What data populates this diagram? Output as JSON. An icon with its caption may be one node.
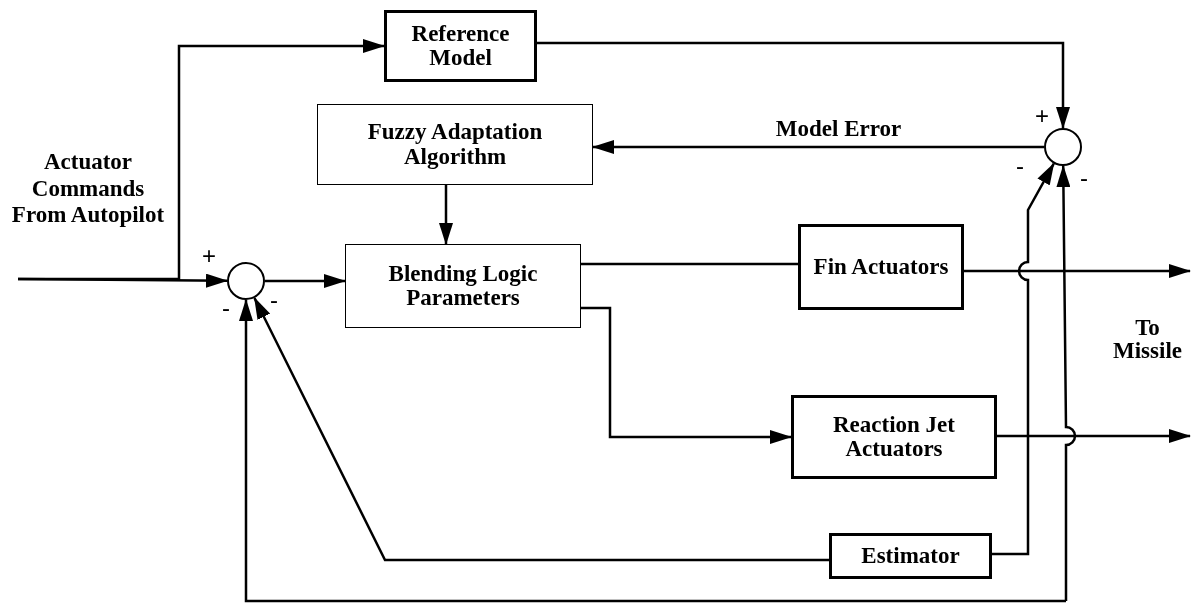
{
  "diagram": {
    "nodes": [
      {
        "text": [
          "Actuator Commands From Autopilot"
        ]
      },
      {
        "text": [
          "Reference Model"
        ]
      },
      {
        "text": [],
        "shape": "circle"
      },
      {
        "text": [
          "Fuzzy Adaptation Algorithm"
        ]
      },
      {
        "text": [
          "Blending Logic Parameters"
        ]
      },
      {
        "text": [],
        "shape": "circle"
      },
      {
        "text": [
          "Fin Actuators"
        ]
      },
      {
        "text": [
          "Reaction Jet Actuators"
        ]
      },
      {
        "text": [
          "Estimator"
        ]
      }
    ],
    "edges": [
      {
        "from": 0,
        "to": 2,
        "arrow": "to"
      },
      {
        "from": 0,
        "to": 1,
        "arrow": "to"
      },
      {
        "from": 1,
        "to": 5,
        "arrow": "to"
      },
      {
        "from": 5,
        "to": 3,
        "arrow": "to",
        "label": "Model Error"
      },
      {
        "from": 3,
        "to": 4,
        "arrow": "to"
      },
      {
        "from": 2,
        "to": 4,
        "arrow": "to"
      },
      {
        "from": 4,
        "to": 6,
        "arrow": "none"
      },
      {
        "from": 4,
        "to": 7,
        "arrow": "to"
      },
      {
        "from": 6,
        "to": null,
        "arrow": "to"
      },
      {
        "from": 7,
        "to": null,
        "arrow": "to"
      },
      {
        "from": 8,
        "to": 2,
        "arrow": "to"
      },
      {
        "from": 8,
        "to": 5,
        "arrow": "to"
      },
      {
        "from": null,
        "to": 5,
        "arrow": "to"
      },
      {
        "from": null,
        "to": 2,
        "arrow": "to"
      }
    ],
    "labels": [
      "+",
      "-",
      "-",
      "+",
      "-",
      "-",
      "To Missile"
    ]
  }
}
